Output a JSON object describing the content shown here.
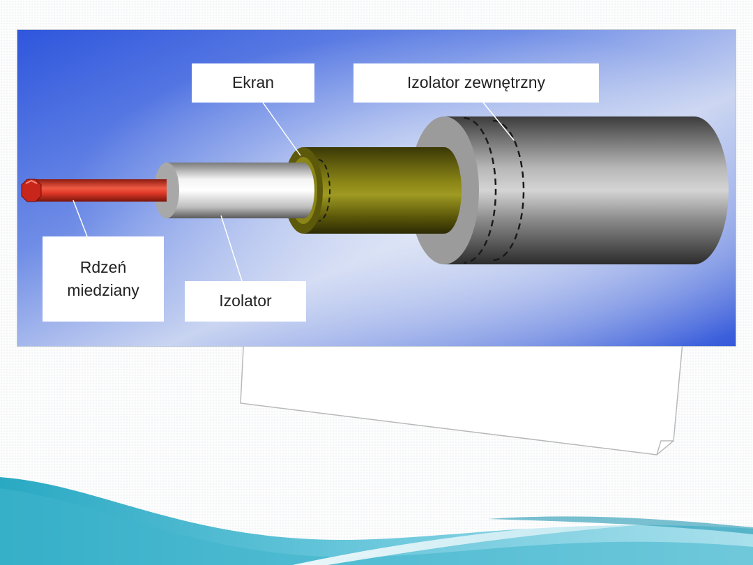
{
  "diagram": {
    "labels": {
      "shield": "Ekran",
      "outer_insulator": "Izolator zewnętrzny",
      "core": "Rdzeń\nmiedziany",
      "insulator": "Izolator"
    },
    "colors": {
      "background_blue": "#3f63e0",
      "background_light": "#c8d4f2",
      "core_red": "#e23b2a",
      "insulator_white": "#f2f2f2",
      "shield_olive": "#6e6a0f",
      "jacket_gray": "#8d8d8d"
    }
  },
  "decor": {
    "wave_colors": [
      "#2aa9c3",
      "#7fcfe0",
      "#b7e6ef"
    ]
  }
}
